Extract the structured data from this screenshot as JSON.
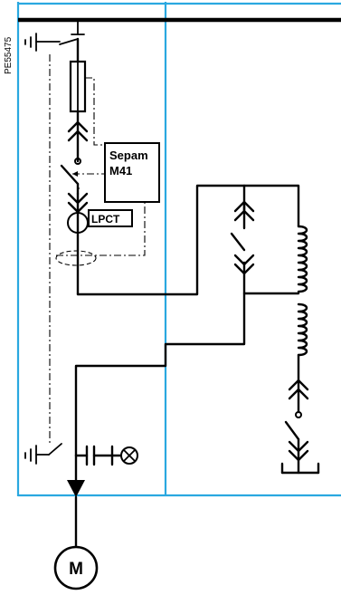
{
  "reference": "PE55475",
  "relay_label_line1": "Sepam",
  "relay_label_line2": "M41",
  "sensor_label": "LPCT",
  "motor_label": "M",
  "colors": {
    "panel": "#2aa8e0",
    "wire": "#000000"
  }
}
